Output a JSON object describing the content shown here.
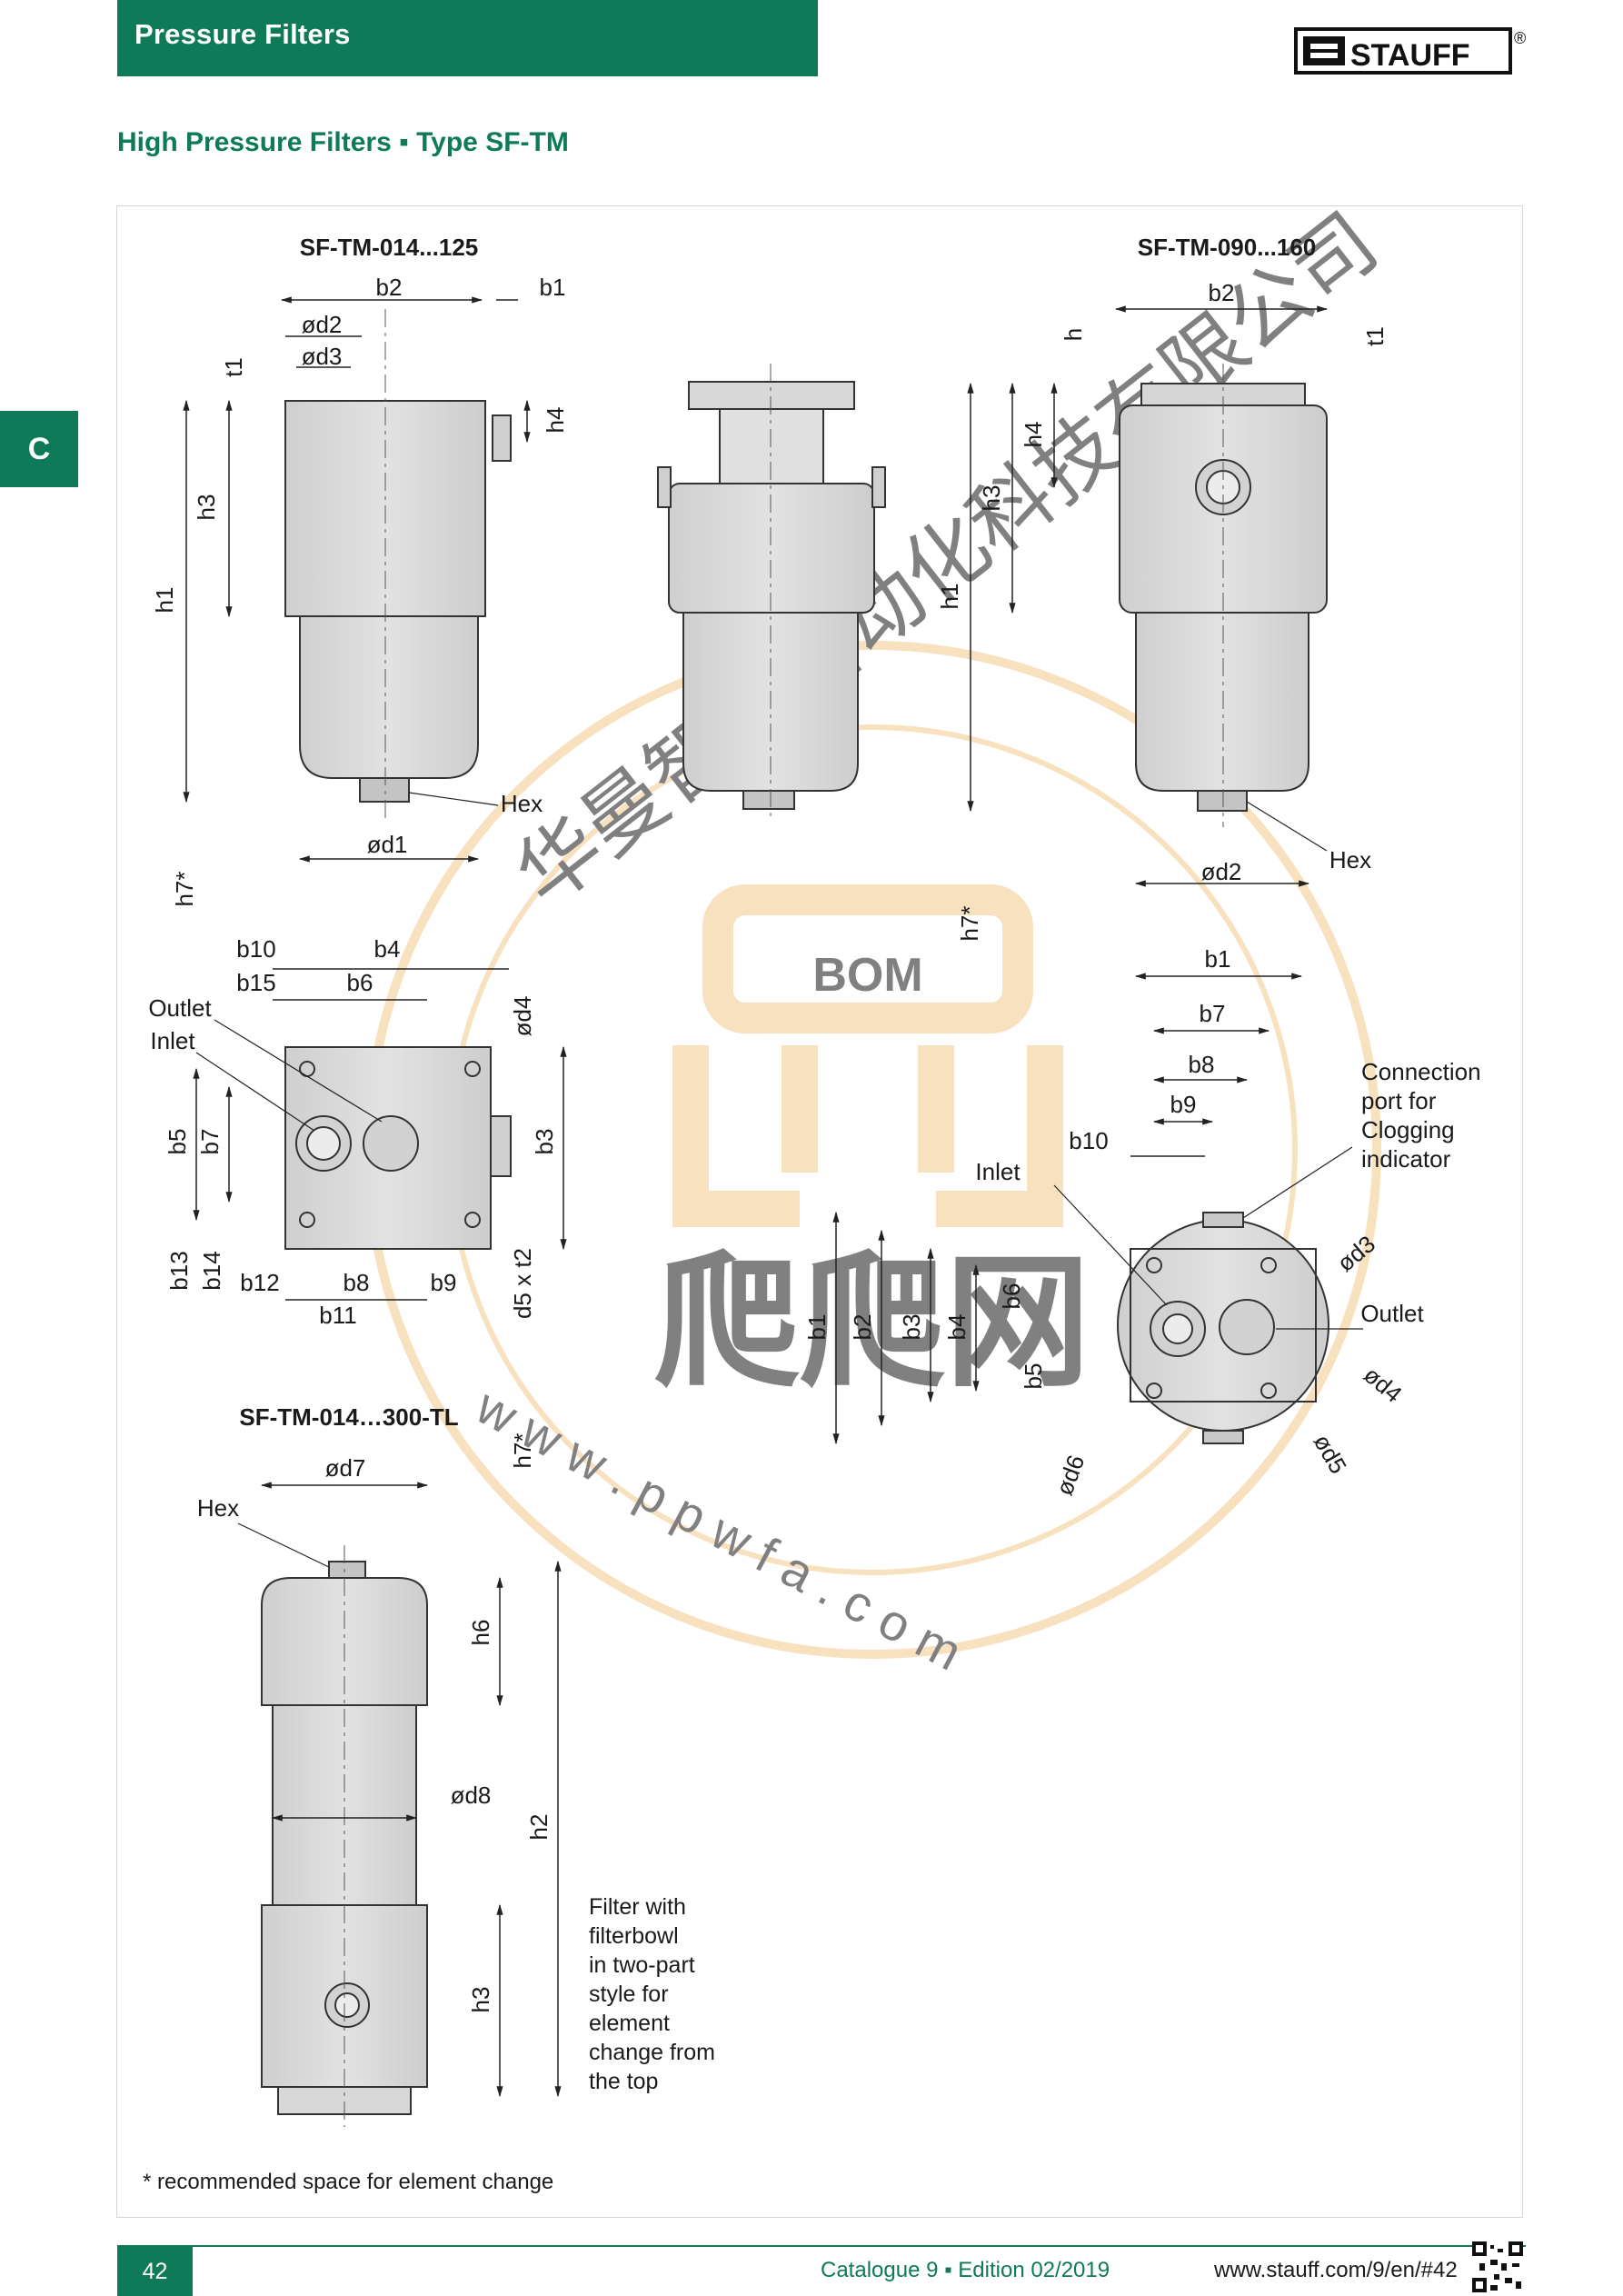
{
  "header": {
    "section_title": "Pressure Filters",
    "brand": "STAUFF",
    "registered_mark": "®",
    "subtitle": "High Pressure Filters ▪ Type SF-TM",
    "chapter_tab": "C",
    "brand_color": "#0e7a57"
  },
  "drawings": {
    "fig1": {
      "title": "SF-TM-014...125",
      "labels": {
        "b2": "b2",
        "b1": "b1",
        "d2": "ød2",
        "d3": "ød3",
        "t1": "t1",
        "h4": "h4",
        "h3": "h3",
        "h1": "h1",
        "h7": "h7*",
        "hex": "Hex",
        "d1": "ød1"
      }
    },
    "fig2": {
      "title": "SF-TM-090...160",
      "labels": {
        "b2": "b2",
        "h": "h",
        "t1": "t1",
        "h4": "h4",
        "h3": "h3",
        "h1": "h1",
        "h7": "h7*",
        "hex": "Hex",
        "d2": "ød2"
      }
    },
    "fig3": {
      "labels": {
        "b10": "b10",
        "b4": "b4",
        "b15": "b15",
        "b6": "b6",
        "outlet": "Outlet",
        "inlet": "Inlet",
        "d4": "ød4",
        "b5": "b5",
        "b7": "b7",
        "b3": "b3",
        "b13": "b13",
        "b14": "b14",
        "b12": "b12",
        "b8": "b8",
        "b9": "b9",
        "b11": "b11",
        "d5t2": "d5 x t2"
      }
    },
    "fig4": {
      "labels": {
        "b1": "b1",
        "b7": "b7",
        "b8": "b8",
        "b9": "b9",
        "b10": "b10",
        "inlet": "Inlet",
        "connection1": "Connection",
        "connection2": "port for",
        "connection3": "Clogging",
        "connection4": "indicator",
        "d3": "ød3",
        "outlet": "Outlet",
        "d4": "ød4",
        "d5": "ød5",
        "d6": "ød6",
        "b1v": "b1",
        "b2v": "b2",
        "b3v": "b3",
        "b4v": "b4",
        "b5v": "b5",
        "b6v": "b6"
      }
    },
    "fig5": {
      "title": "SF-TM-014…300-TL",
      "labels": {
        "d7": "ød7",
        "hex": "Hex",
        "h7": "h7*",
        "h6": "h6",
        "d8": "ød8",
        "h2": "h2",
        "h3": "h3"
      },
      "note_lines": [
        "Filter with",
        "filterbowl",
        "in two-part",
        "style for",
        "element",
        "change from",
        "the top"
      ]
    }
  },
  "watermark": {
    "company": "华曼智造自动化科技有限公司",
    "badge": "BOM",
    "brand_cn": "爬爬网",
    "url": "w w w . p p w f a . c o m",
    "color": "#f3c98a"
  },
  "footnote": "* recommended space for element change",
  "footer": {
    "page_number": "42",
    "catalogue": "Catalogue 9 ▪ Edition 02/2019",
    "url": "www.stauff.com/9/en/#42"
  }
}
